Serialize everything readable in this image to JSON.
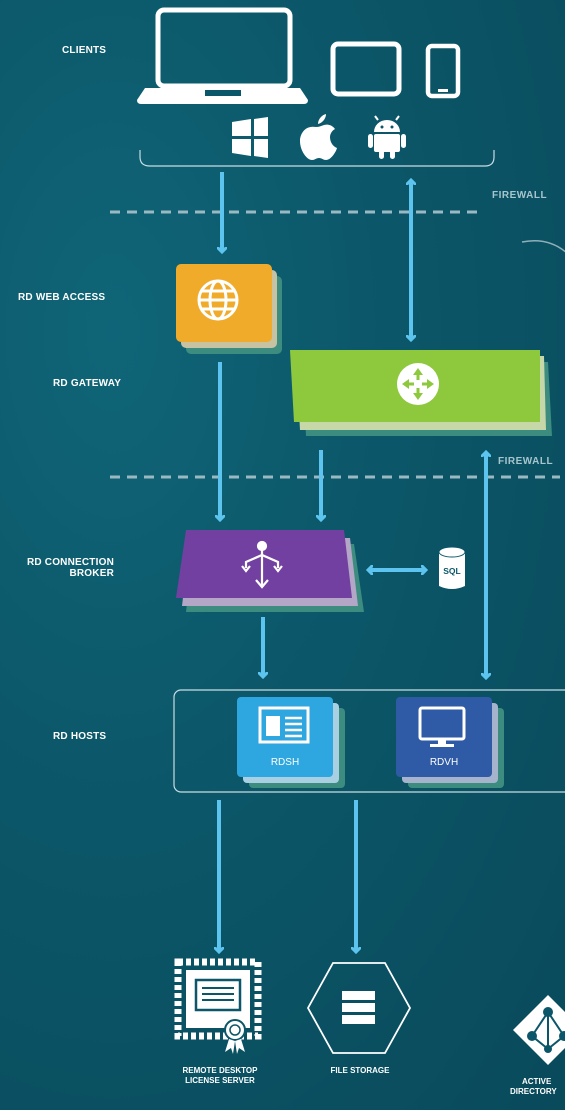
{
  "labels": {
    "clients": "CLIENTS",
    "rd_web_access": "RD WEB ACCESS",
    "rd_gateway": "RD GATEWAY",
    "rd_connection_broker_line1": "RD CONNECTION",
    "rd_connection_broker_line2": "BROKER",
    "rd_hosts": "RD HOSTS"
  },
  "firewalls": [
    "FIREWALL",
    "FIREWALL"
  ],
  "sql_label": "SQL",
  "hosts": [
    {
      "label": "RDSH"
    },
    {
      "label": "RDVH"
    }
  ],
  "bottom": {
    "license_line1": "REMOTE DESKTOP",
    "license_line2": "LICENSE SERVER",
    "file_storage": "FILE STORAGE",
    "ad_line1": "ACTIVE",
    "ad_line2": "DIRECTORY"
  },
  "colors": {
    "background": "#0b5668",
    "arrow": "#5cc4ee",
    "web_access": "#f0ab2b",
    "gateway": "#8ec93d",
    "broker": "#7140a0",
    "rdsh": "#2ea6e0",
    "rdvh": "#2f5aa5"
  }
}
